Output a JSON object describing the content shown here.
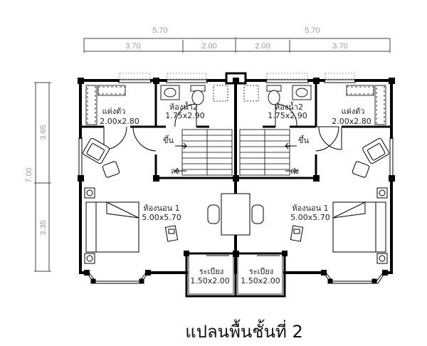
{
  "dimensions": {
    "top_totals": [
      "5.70",
      "5.70"
    ],
    "top_segments": [
      "3.70",
      "2.00",
      "2.00",
      "3.70"
    ],
    "side_total": "7.00",
    "side_segments": [
      "3.65",
      "3.35"
    ]
  },
  "rooms": {
    "dressing": {
      "name": "แต่งตัว",
      "size": "2.00x2.80"
    },
    "bathroom": {
      "name": "ห้องน้ำ2",
      "size": "1.75x2.90"
    },
    "bedroom": {
      "name": "ห้องนอน 1",
      "size": "5.00x5.70"
    },
    "balcony": {
      "name": "ระเบียง",
      "size": "1.50x2.00"
    }
  },
  "stairs": {
    "up": "ขึ้น",
    "down": "ลง"
  },
  "title": "แปลนพื้นชั้นที่ 2"
}
